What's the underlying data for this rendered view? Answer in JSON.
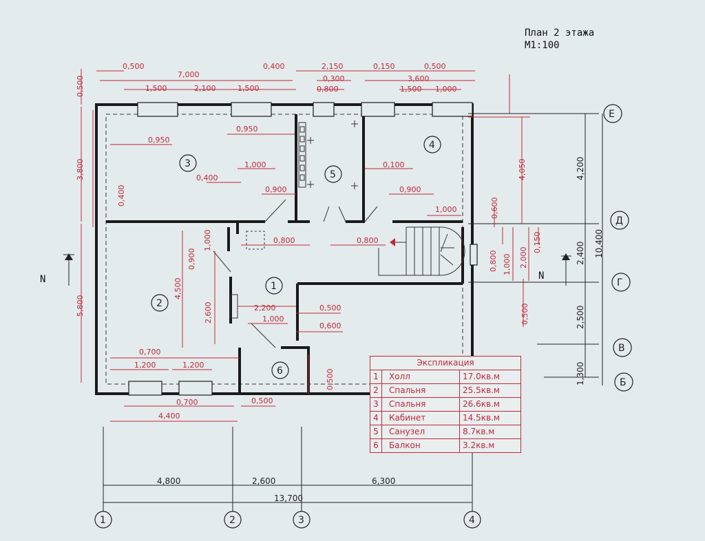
{
  "title": "План 2 этажа",
  "scale": "М1:100",
  "axes_letters": [
    "Е",
    "Д",
    "Г",
    "В",
    "Б"
  ],
  "axes_numbers": [
    "1",
    "2",
    "3",
    "4"
  ],
  "room_numbers": [
    "1",
    "2",
    "3",
    "4",
    "5",
    "6"
  ],
  "section_mark": "N",
  "dims_red": {
    "t1": "0,500",
    "t2": "7,000",
    "t3": "0,400",
    "t4": "2,150",
    "t5": "0,150",
    "t6": "0,500",
    "t7": "0,300",
    "t8": "3,600",
    "t9": "1,500",
    "t10": "2,100",
    "t11": "1,500",
    "t12": "0,800",
    "t13": "1,500",
    "t14": "1,000",
    "t15": "0,950",
    "t16": "0,950",
    "t17": "1,000",
    "t18": "0,400",
    "t19": "0,900",
    "t20": "0,100",
    "t21": "0,900",
    "t22": "1,000",
    "t23": "0,800",
    "t24": "0,800",
    "t25": "1,000",
    "t26": "0,900",
    "t27": "4,500",
    "t28": "2,600",
    "t29": "2,200",
    "t30": "1,000",
    "t31": "0,500",
    "t32": "0,600",
    "t33": "0,700",
    "t34": "1,200",
    "t35": "1,200",
    "t36": "0,700",
    "t37": "4,400",
    "t38": "0,500",
    "t39": "0,500",
    "l1": "0,500",
    "l2": "3,800",
    "l3": "0,400",
    "l4": "5,800",
    "r1": "4,050",
    "r2": "0,600",
    "r3": "0,800",
    "r4": "1,000",
    "r5": "2,000",
    "r6": "0,150",
    "r7": "0,500"
  },
  "dims_black": {
    "d1": "4,800",
    "d2": "2,600",
    "d3": "6,300",
    "d4": "13,700",
    "v1": "4,200",
    "v2": "10,400",
    "v3": "2,400",
    "v4": "2,500",
    "v5": "1,300"
  },
  "legend": {
    "header": "Экспликация",
    "rows": [
      {
        "num": "1",
        "name": "Холл",
        "area": "17.0кв.м"
      },
      {
        "num": "2",
        "name": "Спальня",
        "area": "25.5кв.м"
      },
      {
        "num": "3",
        "name": "Спальня",
        "area": "26.6кв.м"
      },
      {
        "num": "4",
        "name": "Кабинет",
        "area": "14.5кв.м"
      },
      {
        "num": "5",
        "name": "Санузел",
        "area": "8.7кв.м"
      },
      {
        "num": "6",
        "name": "Балкон",
        "area": "3.2кв.м"
      }
    ]
  }
}
